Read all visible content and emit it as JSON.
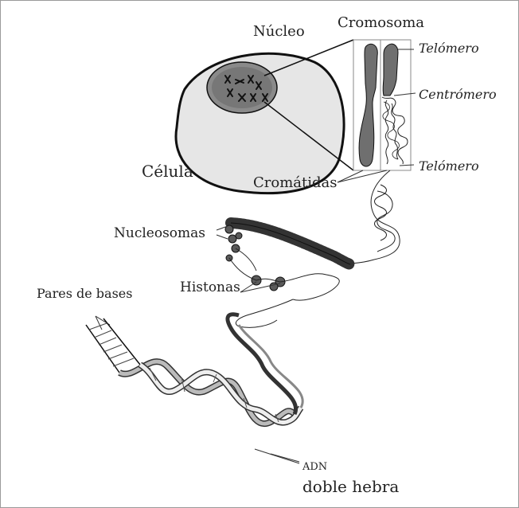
{
  "labels": {
    "nucleo": "Núcleo",
    "cromosoma": "Cromosoma",
    "telomero_top": "Telómero",
    "centromero": "Centrómero",
    "telomero_bottom": "Telómero",
    "celula": "Célula",
    "cromatidas": "Cromátidas",
    "nucleosomas": "Nucleosomas",
    "histonas": "Histonas",
    "pares_de_bases": "Pares de bases",
    "adn": "ADN",
    "doble_hebra": "doble hebra"
  },
  "colors": {
    "cell_fill": "#e6e6e6",
    "nucleus_fill": "#8a8a8a",
    "chromosome_fill": "#6f6f6f",
    "line": "#222222"
  }
}
